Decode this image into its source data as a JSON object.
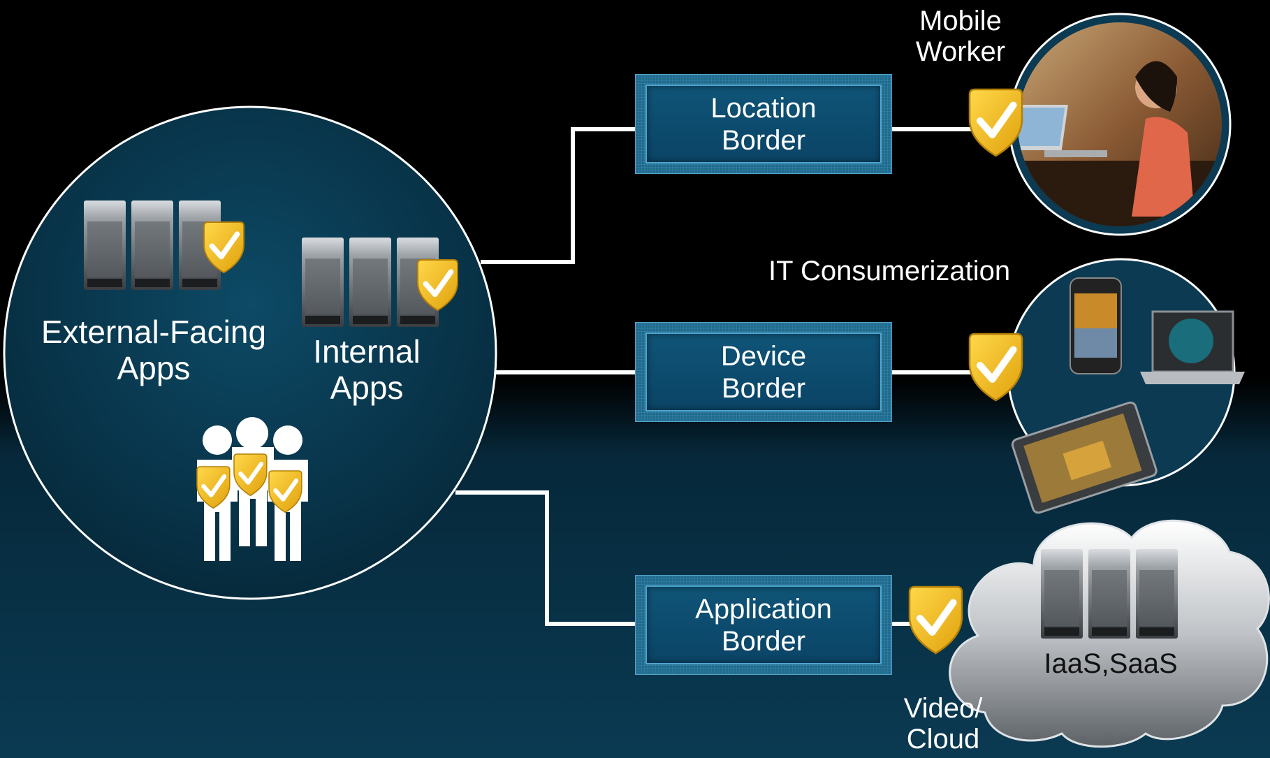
{
  "labels": {
    "external_facing_apps": [
      "External-Facing",
      "Apps"
    ],
    "internal_apps": [
      "Internal",
      "Apps"
    ],
    "mobile_worker": [
      "Mobile",
      "Worker"
    ],
    "it_consumerization": "IT Consumerization",
    "video_cloud": [
      "Video/",
      "Cloud"
    ],
    "iaas_saas": "IaaS,SaaS"
  },
  "borders": [
    {
      "line1": "Location",
      "line2": "Border"
    },
    {
      "line1": "Device",
      "line2": "Border"
    },
    {
      "line1": "Application",
      "line2": "Border"
    }
  ],
  "colors": {
    "shield": "#f2b81c",
    "box": "#1e6c90",
    "circle": "#0b3a52",
    "line": "#ffffff"
  }
}
